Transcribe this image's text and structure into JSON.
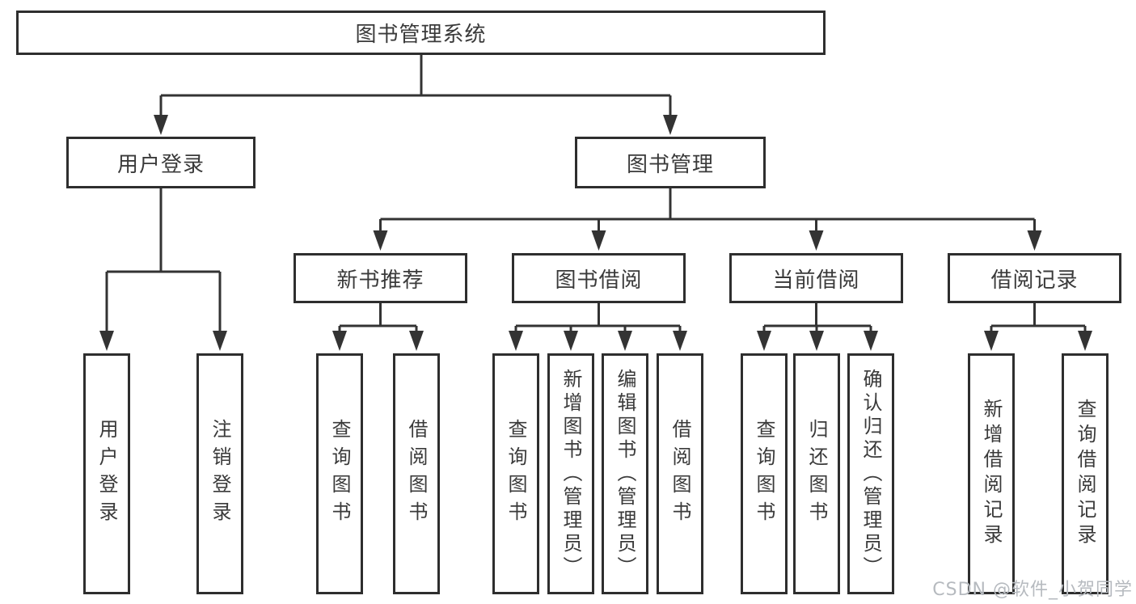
{
  "tree": {
    "label": "图书管理系统",
    "children": [
      {
        "label": "用户登录",
        "children": [
          {
            "label": "用户登录"
          },
          {
            "label": "注销登录"
          }
        ]
      },
      {
        "label": "图书管理",
        "children": [
          {
            "label": "新书推荐",
            "children": [
              {
                "label": "查询图书"
              },
              {
                "label": "借阅图书"
              }
            ]
          },
          {
            "label": "图书借阅",
            "children": [
              {
                "label": "查询图书"
              },
              {
                "label": "新增图书（管理员）"
              },
              {
                "label": "编辑图书（管理员）"
              },
              {
                "label": "借阅图书"
              }
            ]
          },
          {
            "label": "当前借阅",
            "children": [
              {
                "label": "查询图书"
              },
              {
                "label": "归还图书"
              },
              {
                "label": "确认归还（管理员）"
              }
            ]
          },
          {
            "label": "借阅记录",
            "children": [
              {
                "label": "新增借阅记录"
              },
              {
                "label": "查询借阅记录"
              }
            ]
          }
        ]
      }
    ]
  },
  "watermark": {
    "text": "CSDN @软件_小贺同学"
  },
  "colors": {
    "line": "#333333",
    "border": "#2e2e2e",
    "text": "#3a3a3a",
    "watermark": "#b6babf"
  }
}
